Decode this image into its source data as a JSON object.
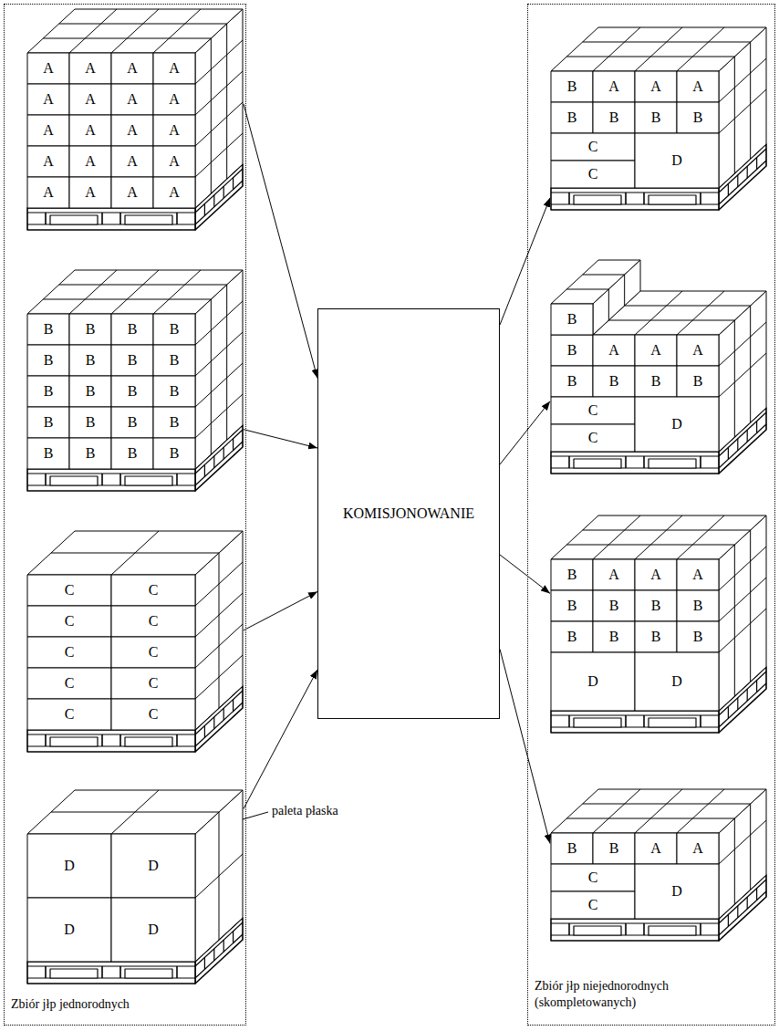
{
  "diagram": {
    "nodes": [
      {
        "text": [
          "Zbiór jłp jednorodnych"
        ]
      },
      {
        "text": [
          "A",
          "A",
          "A",
          "A",
          "A",
          "A",
          "A",
          "A",
          "A",
          "A",
          "A",
          "A",
          "A",
          "A",
          "A",
          "A",
          "A",
          "A",
          "A",
          "A"
        ],
        "in": 0
      },
      {
        "text": [
          "B",
          "B",
          "B",
          "B",
          "B",
          "B",
          "B",
          "B",
          "B",
          "B",
          "B",
          "B",
          "B",
          "B",
          "B",
          "B",
          "B",
          "B",
          "B",
          "B"
        ],
        "in": 0
      },
      {
        "text": [
          "C",
          "C",
          "C",
          "C",
          "C",
          "C",
          "C",
          "C",
          "C",
          "C"
        ],
        "in": 0
      },
      {
        "text": [
          "D",
          "D",
          "D",
          "D"
        ],
        "in": 0
      },
      {
        "text": [
          "KOMISJONOWANIE"
        ]
      },
      {
        "text": [
          "Zbiór jłp niejednorodnych (skompletowanych)"
        ]
      },
      {
        "text": [
          "B",
          "A",
          "A",
          "A",
          "B",
          "B",
          "B",
          "B",
          "C",
          "C",
          "D"
        ],
        "in": 6
      },
      {
        "text": [
          "B",
          "B",
          "A",
          "A",
          "A",
          "B",
          "B",
          "B",
          "B",
          "C",
          "C",
          "D"
        ],
        "in": 6
      },
      {
        "text": [
          "B",
          "A",
          "A",
          "A",
          "B",
          "B",
          "B",
          "B",
          "B",
          "B",
          "B",
          "B",
          "D",
          "D"
        ],
        "in": 6
      },
      {
        "text": [
          "B",
          "B",
          "A",
          "A",
          "C",
          "C",
          "D"
        ],
        "in": 6
      }
    ],
    "edges": [
      {
        "from": 1,
        "to": 5,
        "arrow": "to"
      },
      {
        "from": 2,
        "to": 5,
        "arrow": "to"
      },
      {
        "from": 3,
        "to": 5,
        "arrow": "to"
      },
      {
        "from": 4,
        "to": 5,
        "arrow": "to"
      },
      {
        "from": 5,
        "to": 7,
        "arrow": "to"
      },
      {
        "from": 5,
        "to": 8,
        "arrow": "to"
      },
      {
        "from": 5,
        "to": 9,
        "arrow": "to"
      },
      {
        "from": 5,
        "to": 10,
        "arrow": "to"
      }
    ],
    "labels": [
      "paleta płaska"
    ]
  }
}
